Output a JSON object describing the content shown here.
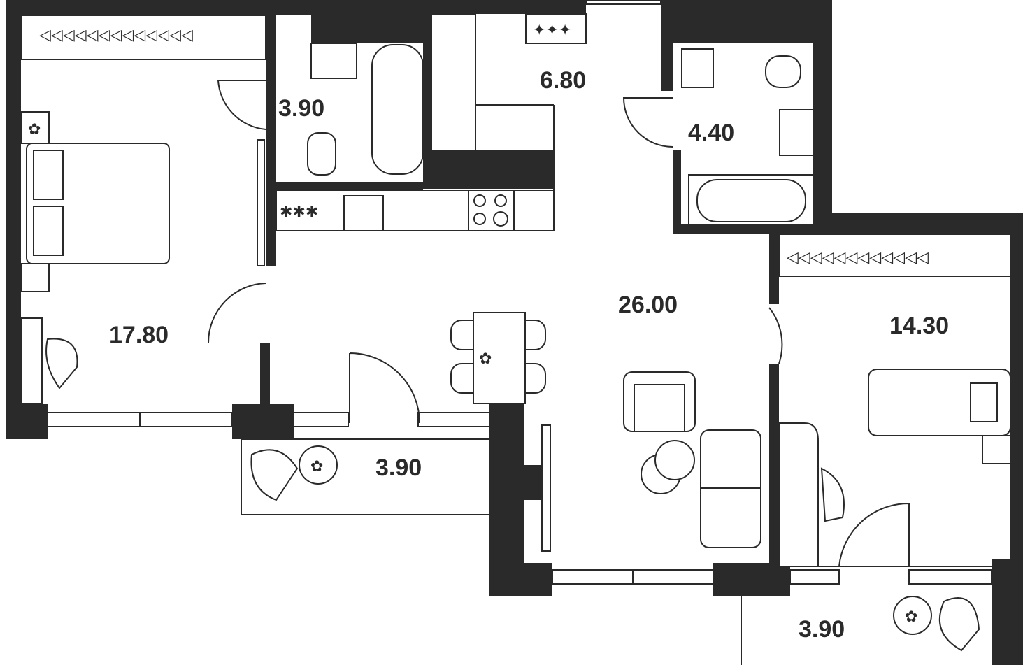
{
  "title": "Apartment floor plan",
  "rooms": [
    {
      "name": "bedroom",
      "area": "17.80"
    },
    {
      "name": "bathroom",
      "area": "3.90"
    },
    {
      "name": "wardrobe",
      "area": "6.80"
    },
    {
      "name": "bathroom-2",
      "area": "4.40"
    },
    {
      "name": "living-kitchen",
      "area": "26.00"
    },
    {
      "name": "bedroom-2",
      "area": "14.30"
    },
    {
      "name": "balcony",
      "area": "3.90"
    },
    {
      "name": "balcony-2",
      "area": "3.90"
    }
  ],
  "colors": {
    "wall": "#2a2a2a",
    "background": "#ffffff"
  }
}
